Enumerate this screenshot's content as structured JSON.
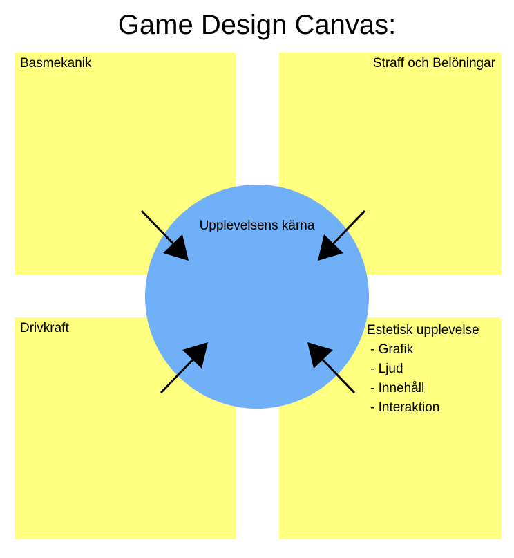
{
  "title": "Game Design Canvas:",
  "quadrants": {
    "top_left": "Basmekanik",
    "top_right": "Straff och Belöningar",
    "bottom_left": "Drivkraft",
    "bottom_right": {
      "heading": "Estetisk upplevelse",
      "items": [
        "- Grafik",
        "- Ljud",
        "- Innehåll",
        "- Interaktion"
      ]
    }
  },
  "center": "Upplevelsens kärna",
  "colors": {
    "quadrant": "#ffff80",
    "core": "#70b0f8",
    "arrow": "#000000"
  }
}
